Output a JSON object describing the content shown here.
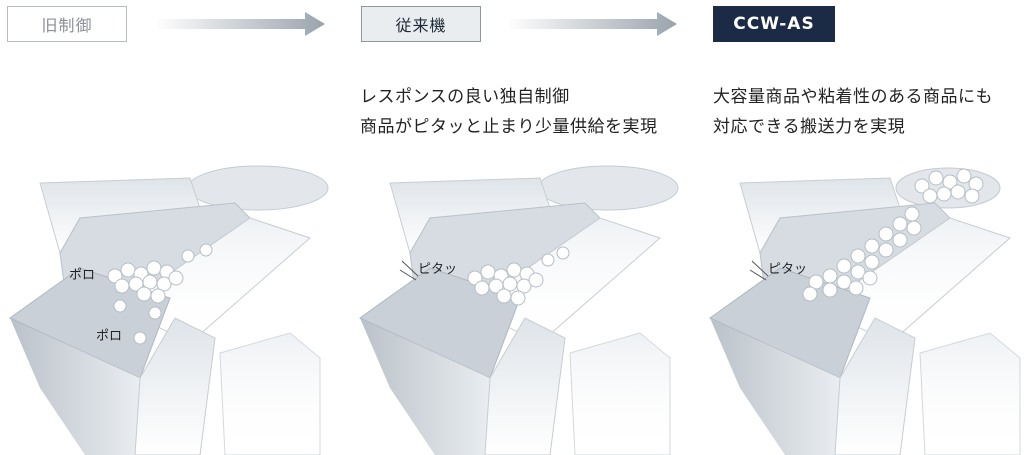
{
  "stages": [
    {
      "label": "旧制御",
      "annotations": [
        "ポロ",
        "ポロ"
      ]
    },
    {
      "label": "従来機",
      "description": [
        "レスポンスの良い独自制御",
        "商品がピタッと止まり少量供給を実現"
      ],
      "annotations": [
        "ピタッ"
      ]
    },
    {
      "label": "CCW-AS",
      "description": [
        "大容量商品や粘着性のある商品にも",
        "対応できる搬送力を実現"
      ],
      "annotations": [
        "ピタッ"
      ]
    }
  ],
  "colors": {
    "accent": "#1c2b45",
    "arrow": "#9aa3ad",
    "machine": "#c9d0d6"
  },
  "icons": [
    "gradient-arrow-icon"
  ]
}
